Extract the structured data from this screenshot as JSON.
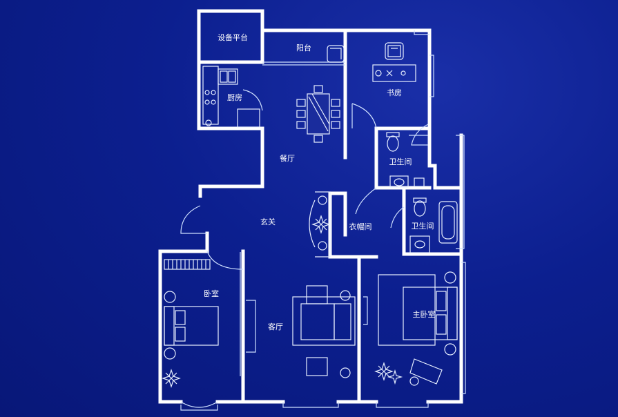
{
  "rooms": {
    "equipment_platform": "设备平台",
    "balcony": "阳台",
    "study": "书房",
    "kitchen": "厨房",
    "dining": "餐厅",
    "bathroom_1": "卫生间",
    "bathroom_2": "卫生间",
    "entrance": "玄关",
    "cloakroom": "衣帽间",
    "bedroom": "卧室",
    "living_room": "客厅",
    "master_bedroom": "主卧室"
  },
  "colors": {
    "background": "#0b1d8a",
    "walls": "#ffffff",
    "lines": "#cfe0ff"
  },
  "icons": [
    "plant-icon",
    "toilet-icon",
    "sink-icon",
    "bathtub-icon",
    "bed-icon",
    "sofa-icon",
    "dining-table-icon",
    "lounge-chair-icon"
  ]
}
